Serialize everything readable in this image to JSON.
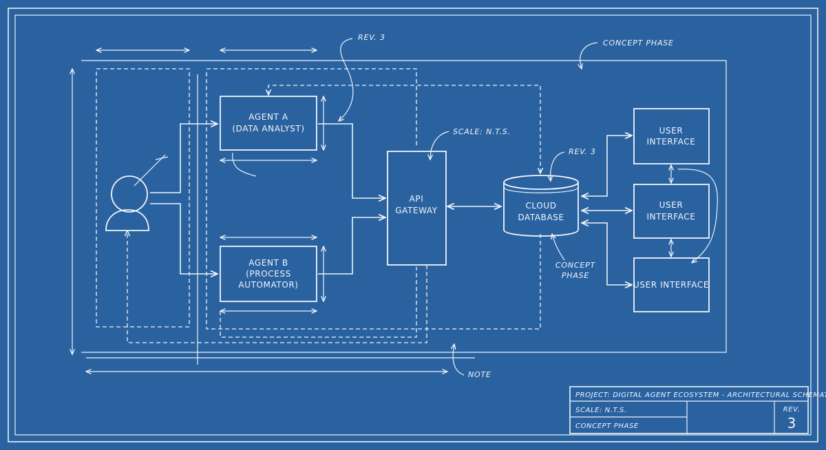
{
  "colors": {
    "background": "#2a62a0",
    "line": "#eef4fb"
  },
  "nodes": {
    "agent_a": [
      "AGENT A",
      "(DATA ANALYST)"
    ],
    "agent_b": [
      "AGENT B",
      "(PROCESS",
      "AUTOMATOR)"
    ],
    "gateway": [
      "API",
      "GATEWAY"
    ],
    "database": [
      "CLOUD",
      "DATABASE"
    ],
    "ui_1": [
      "USER",
      "INTERFACE"
    ],
    "ui_2": [
      "USER",
      "INTERFACE"
    ],
    "ui_3": [
      "USER INTERFACE"
    ]
  },
  "annotations": {
    "rev_top": "REV. 3",
    "concept_top": "CONCEPT PHASE",
    "scale_gateway": "SCALE: N.T.S.",
    "rev_db": "REV. 3",
    "concept_db": [
      "CONCEPT",
      "PHASE"
    ],
    "note": "NOTE"
  },
  "title_block": {
    "project": "PROJECT: DIGITAL AGENT ECOSYSTEM - ARCHITECTURAL SCHEMATIC",
    "scale": "SCALE: N.T.S.",
    "phase": "CONCEPT PHASE",
    "rev_label": "REV.",
    "rev_number": "3"
  }
}
